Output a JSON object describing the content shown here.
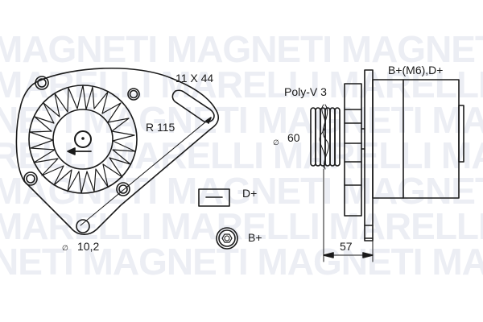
{
  "watermark": {
    "rows": [
      "MAGNETI MAGNETI MAGNETI MAGNETI",
      "MARELLI MARELLI MARELLI MARELLI",
      "NETI MAGNETI MAGNETI MAGNETI MAG",
      "RELLI MARELLI MARELLI MARELLI MA",
      "MAGNETI MAGNETI MAGNETI MAGNETI",
      "MARELLI MARELLI MARELLI MARELLI",
      "NETI MAGNETI MAGNETI MAGNETI MAG"
    ],
    "color": "#eceef4"
  },
  "front_view": {
    "slot_dim": "11 X 44",
    "radius_dim": "R 115",
    "hole_dim": "10,2",
    "hole_prefix": "∅",
    "rotation_direction": "counter-clockwise"
  },
  "side_view": {
    "pulley_label": "Poly-V 3",
    "pulley_dia": "60",
    "pulley_prefix": "∅",
    "terminals_label": "B+(M6),D+",
    "length_dim": "57"
  },
  "legend": {
    "items": [
      {
        "icon": "flat-terminal-icon",
        "label": "D+"
      },
      {
        "icon": "nut-terminal-icon",
        "label": "B+"
      }
    ]
  },
  "colors": {
    "line": "#1a1a1a",
    "background": "#ffffff"
  }
}
